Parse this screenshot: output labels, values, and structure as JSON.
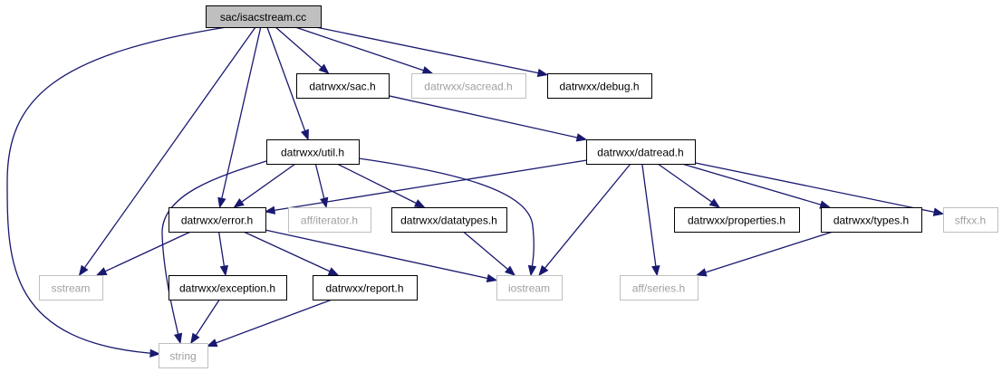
{
  "graph": {
    "nodes": {
      "root": {
        "label": "sac/isacstream.cc",
        "kind": "root"
      },
      "sac": {
        "label": "datrwxx/sac.h",
        "kind": "internal"
      },
      "sacread": {
        "label": "datrwxx/sacread.h",
        "kind": "external"
      },
      "debug": {
        "label": "datrwxx/debug.h",
        "kind": "internal"
      },
      "util": {
        "label": "datrwxx/util.h",
        "kind": "internal"
      },
      "datread": {
        "label": "datrwxx/datread.h",
        "kind": "internal"
      },
      "error": {
        "label": "datrwxx/error.h",
        "kind": "internal"
      },
      "iterator": {
        "label": "aff/iterator.h",
        "kind": "external"
      },
      "datatypes": {
        "label": "datrwxx/datatypes.h",
        "kind": "internal"
      },
      "properties": {
        "label": "datrwxx/properties.h",
        "kind": "internal"
      },
      "types": {
        "label": "datrwxx/types.h",
        "kind": "internal"
      },
      "sffxx": {
        "label": "sffxx.h",
        "kind": "external"
      },
      "sstream": {
        "label": "sstream",
        "kind": "external"
      },
      "exception": {
        "label": "datrwxx/exception.h",
        "kind": "internal"
      },
      "report": {
        "label": "datrwxx/report.h",
        "kind": "internal"
      },
      "iostream": {
        "label": "iostream",
        "kind": "external"
      },
      "series": {
        "label": "aff/series.h",
        "kind": "external"
      },
      "string": {
        "label": "string",
        "kind": "external"
      }
    },
    "edges": [
      [
        "root",
        "sac"
      ],
      [
        "root",
        "sacread"
      ],
      [
        "root",
        "debug"
      ],
      [
        "root",
        "util"
      ],
      [
        "root",
        "error"
      ],
      [
        "root",
        "sstream"
      ],
      [
        "root",
        "string"
      ],
      [
        "sac",
        "datread"
      ],
      [
        "util",
        "error"
      ],
      [
        "util",
        "iterator"
      ],
      [
        "util",
        "datatypes"
      ],
      [
        "util",
        "iostream"
      ],
      [
        "util",
        "string"
      ],
      [
        "datread",
        "error"
      ],
      [
        "datread",
        "properties"
      ],
      [
        "datread",
        "types"
      ],
      [
        "datread",
        "sffxx"
      ],
      [
        "datread",
        "iostream"
      ],
      [
        "datread",
        "series"
      ],
      [
        "error",
        "sstream"
      ],
      [
        "error",
        "exception"
      ],
      [
        "error",
        "report"
      ],
      [
        "error",
        "iostream"
      ],
      [
        "datatypes",
        "iostream"
      ],
      [
        "types",
        "series"
      ],
      [
        "exception",
        "string"
      ],
      [
        "report",
        "string"
      ]
    ]
  }
}
